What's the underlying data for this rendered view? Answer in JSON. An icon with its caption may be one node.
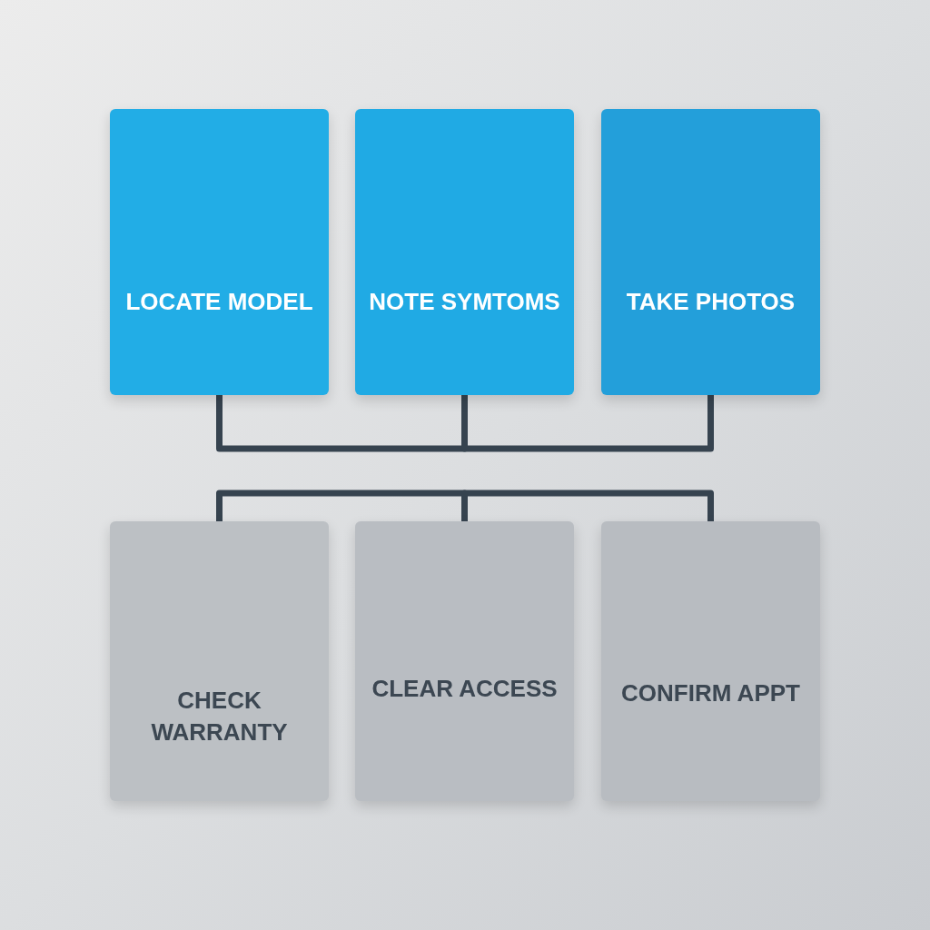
{
  "diagram": {
    "nodes": [
      {
        "text": [
          "LOCATE MODEL"
        ]
      },
      {
        "text": [
          "NOTE SYMTOMS"
        ]
      },
      {
        "text": [
          "TAKE PHOTOS"
        ]
      },
      {
        "text": [
          "CHECK WARRANTY"
        ]
      },
      {
        "text": [
          "CLEAR ACCESS"
        ]
      },
      {
        "text": [
          "CONFIRM APPT"
        ]
      }
    ],
    "edges": [
      {
        "from": 0,
        "to": 1,
        "arrow": "none"
      },
      {
        "from": 1,
        "to": 2,
        "arrow": "none"
      },
      {
        "from": 3,
        "to": 4,
        "arrow": "none"
      },
      {
        "from": 4,
        "to": 5,
        "arrow": "none"
      }
    ]
  }
}
